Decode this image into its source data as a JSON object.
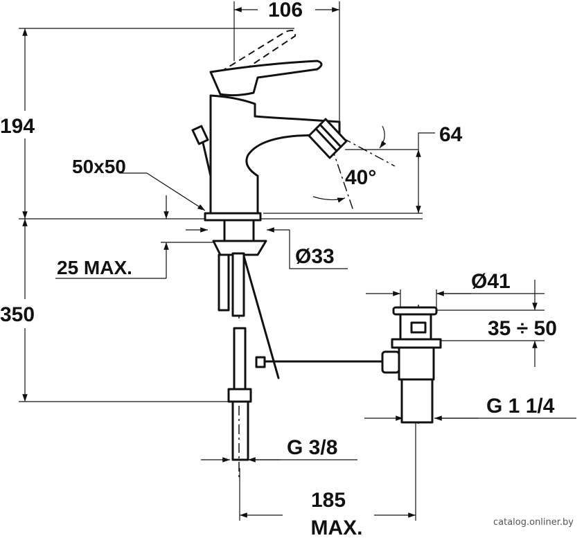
{
  "dimensions": {
    "width_top": "106",
    "height_total": "194",
    "base_size": "50x50",
    "spout_height": "64",
    "spray_angle": "40°",
    "hole_diameter": "Ø33",
    "deck_thickness": "25 MAX.",
    "under_deck_length": "350",
    "waste_diameter": "Ø41",
    "waste_range": "35 ÷ 50",
    "waste_thread": "G 1 1/4",
    "supply_thread": "G 3/8",
    "pull_rod_length": "185",
    "pull_rod_max": "MAX."
  },
  "watermark": "catalog.onliner.by"
}
